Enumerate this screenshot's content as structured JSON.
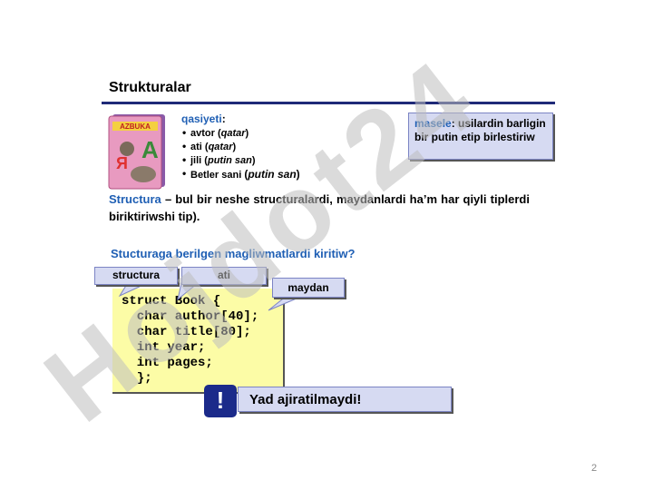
{
  "slide": {
    "title": "Strukturalar",
    "page_number": "2"
  },
  "properties": {
    "label": "qasiyeti",
    "items": [
      {
        "name": "avtor",
        "type": "qatar"
      },
      {
        "name": "ati",
        "type": "qatar"
      },
      {
        "name": "jili",
        "type": "putin san"
      },
      {
        "name": "Betler sani",
        "type": "putin san"
      }
    ]
  },
  "masele": {
    "keyword": "masele",
    "text": "usilardin barligin bir putin etip birlestiriw"
  },
  "definition": {
    "keyword": "Structura",
    "text": "– bul bir neshe structuralardi, maydanlardi ha’m har qiyli tiplerdi biriktiriwshi tip)."
  },
  "subheading": "Stucturaga berilgen magliwmatlardi kiritiw?",
  "code": {
    "lines": [
      "struct Book {",
      "  char author[40];",
      "  char title[80];",
      "  int year;",
      "  int pages;",
      "  };"
    ]
  },
  "callouts": {
    "structura": "structura",
    "ati": "ati",
    "maydan": "maydan"
  },
  "warning": {
    "icon": "!",
    "text": "Yad ajiratilmaydi!"
  },
  "book_icon": {
    "cover_text": "AZBUKA"
  },
  "colors": {
    "accent_blue": "#1f5fb4",
    "rule": "#1f2a78",
    "callout_fill": "#d6daf2",
    "code_fill": "#fcfca6",
    "watermark": "#c8c8c8"
  },
  "icons": {
    "book": "book-cover-icon",
    "warning": "exclamation-icon"
  }
}
